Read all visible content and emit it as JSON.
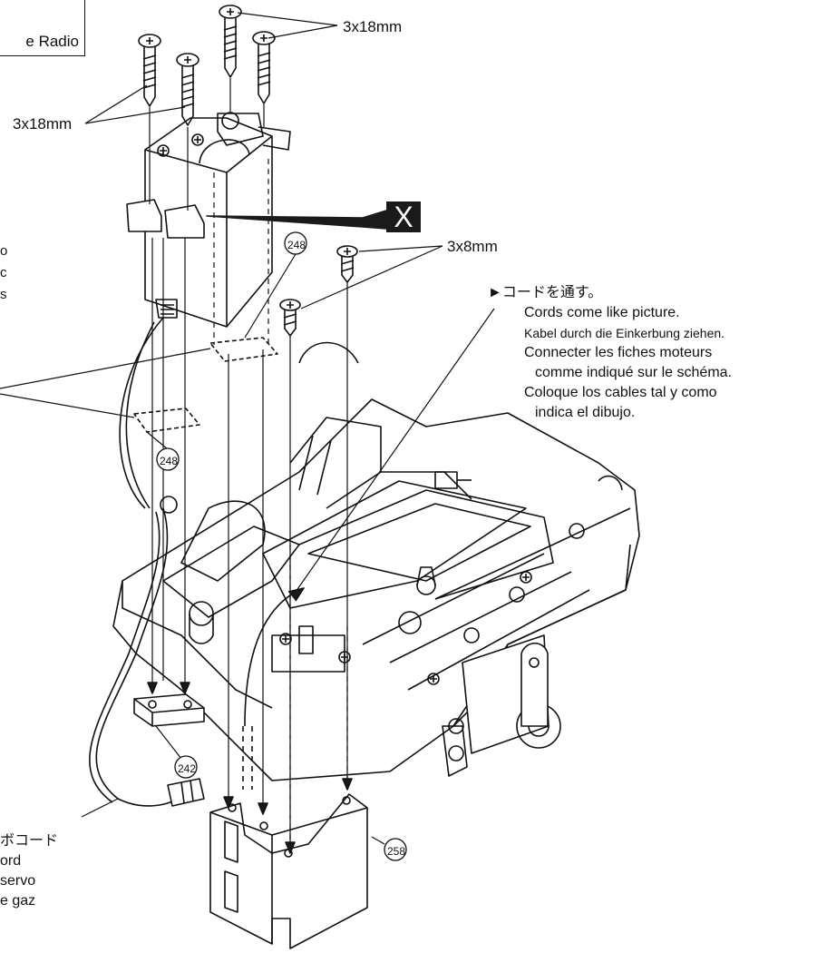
{
  "top_box_label": "e Radio",
  "screw_labels": {
    "top_right": "3x18mm",
    "top_left": "3x18mm",
    "right_mid": "3x8mm"
  },
  "badge": "X",
  "part_numbers": {
    "spacer_top": "248",
    "spacer_bottom": "248",
    "mount_block": "242",
    "servo_block": "258"
  },
  "cord_note": {
    "jp": "►コードを通す。",
    "en": "Cords come like picture.",
    "de": "Kabel durch die Einkerbung ziehen.",
    "fr1": "Connecter les fiches moteurs",
    "fr2": "comme indiqué sur le schéma.",
    "es1": "Coloque los cables tal y como",
    "es2": "indica el dibujo."
  },
  "servo_cord_note": {
    "jp": "ボコード",
    "en": "ord",
    "fr": "servo",
    "fr2": "e gaz"
  },
  "left_edge_fragments": [
    "o",
    "c",
    "s"
  ]
}
